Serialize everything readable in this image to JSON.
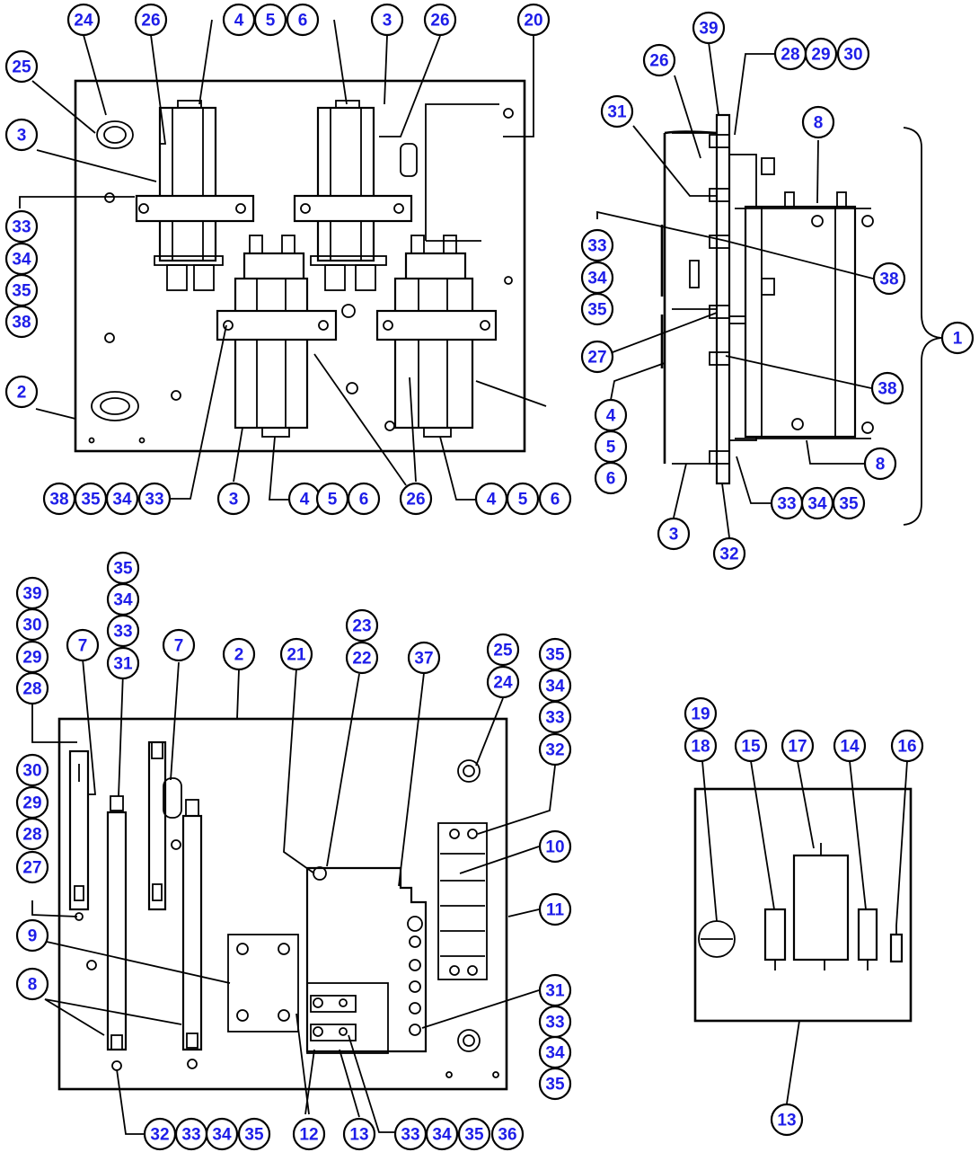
{
  "callout_color": "#1d1de8",
  "callouts": [
    "24",
    "26",
    "4",
    "5",
    "6",
    "3",
    "26",
    "20",
    "25",
    "3",
    "33",
    "34",
    "35",
    "38",
    "2",
    "38",
    "35",
    "34",
    "33",
    "3",
    "4",
    "5",
    "6",
    "26",
    "4",
    "5",
    "6",
    "39",
    "28",
    "29",
    "30",
    "26",
    "31",
    "8",
    "33",
    "34",
    "35",
    "38",
    "27",
    "1",
    "38",
    "4",
    "5",
    "6",
    "8",
    "3",
    "32",
    "33",
    "34",
    "35",
    "35",
    "34",
    "33",
    "31",
    "39",
    "30",
    "29",
    "28",
    "7",
    "7",
    "2",
    "21",
    "23",
    "22",
    "37",
    "25",
    "24",
    "35",
    "34",
    "33",
    "32",
    "30",
    "29",
    "28",
    "27",
    "10",
    "11",
    "9",
    "8",
    "31",
    "33",
    "34",
    "35",
    "32",
    "33",
    "34",
    "35",
    "12",
    "13",
    "33",
    "34",
    "35",
    "36",
    "19",
    "18",
    "15",
    "17",
    "14",
    "16",
    "13"
  ]
}
